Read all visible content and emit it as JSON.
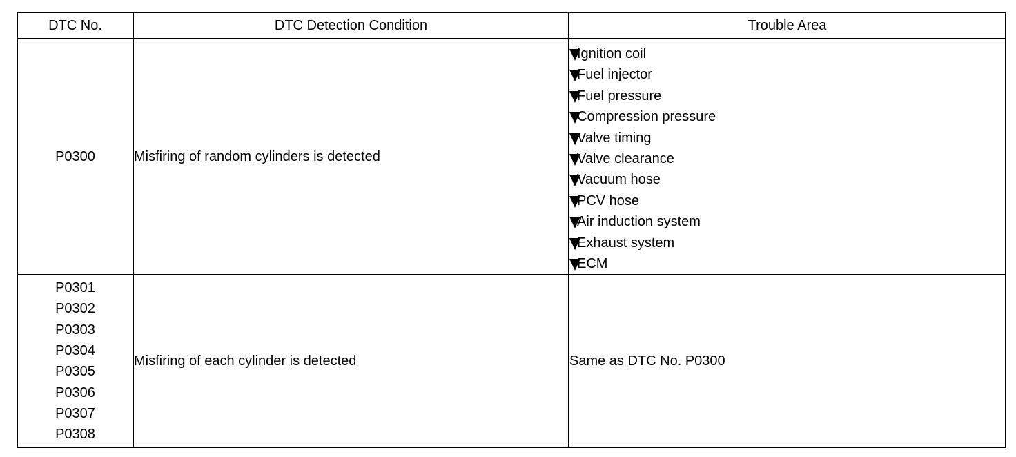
{
  "headers": {
    "dtc_no": "DTC No.",
    "condition": "DTC Detection Condition",
    "trouble_area": "Trouble Area"
  },
  "rows": [
    {
      "codes": [
        "P0300"
      ],
      "condition": "Misfiring of random cylinders is detected",
      "trouble_items": [
        "Ignition coil",
        "Fuel injector",
        "Fuel pressure",
        "Compression pressure",
        "Valve timing",
        "Valve clearance",
        "Vacuum hose",
        "PCV hose",
        "Air induction system",
        "Exhaust system",
        "ECM"
      ]
    },
    {
      "codes": [
        "P0301",
        "P0302",
        "P0303",
        "P0304",
        "P0305",
        "P0306",
        "P0307",
        "P0308"
      ],
      "condition": "Misfiring of each cylinder is detected",
      "trouble_text": "Same as DTC No. P0300"
    }
  ],
  "icons": {
    "bullet": "triangle-down-icon"
  }
}
